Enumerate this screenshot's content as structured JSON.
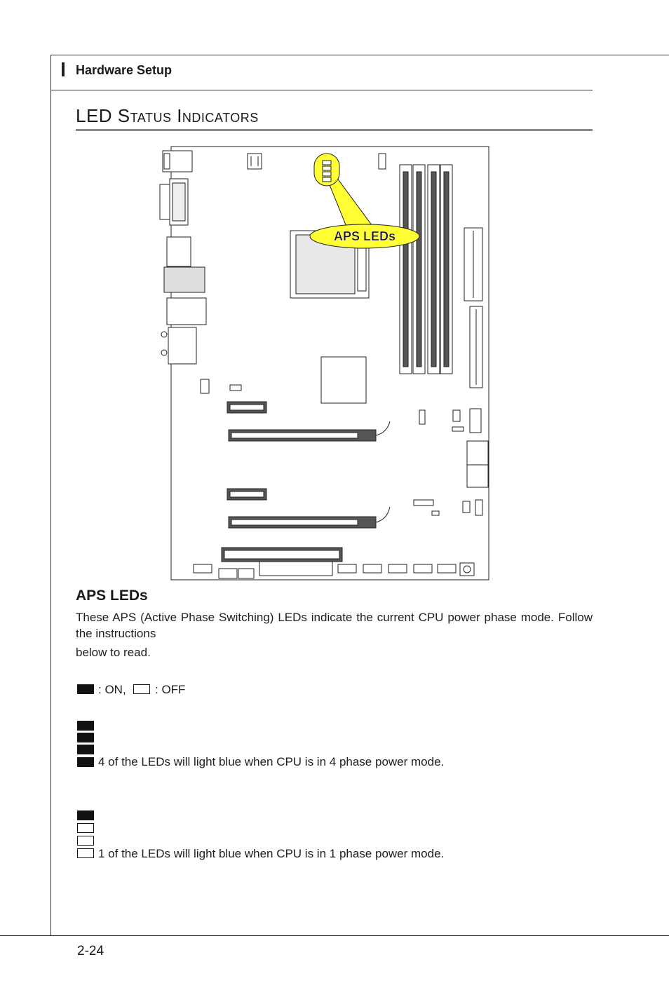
{
  "header": {
    "section": "Hardware Setup"
  },
  "title": "LED Status Indicators",
  "diagram": {
    "callout_label": "APS LEDs"
  },
  "aps": {
    "heading": "APS LEDs",
    "paragraph": "These APS (Active Phase Switching) LEDs indicate the current CPU power phase mode. Follow the instructions",
    "paragraph_cont": "below to read.",
    "legend_on": ": ON,",
    "legend_off": ": OFF",
    "mode_4_text": "4 of the LEDs will light blue when CPU is in 4 phase power mode.",
    "mode_1_text": "1 of the LEDs will light blue when CPU is in 1 phase power mode.",
    "mode_4_leds": [
      "on",
      "on",
      "on",
      "on"
    ],
    "mode_1_leds": [
      "on",
      "off",
      "off",
      "off"
    ]
  },
  "footer": {
    "page_number": "2-24"
  },
  "colors": {
    "callout": "#ffff33",
    "text": "#1e1e1e",
    "led_on": "#111111"
  }
}
